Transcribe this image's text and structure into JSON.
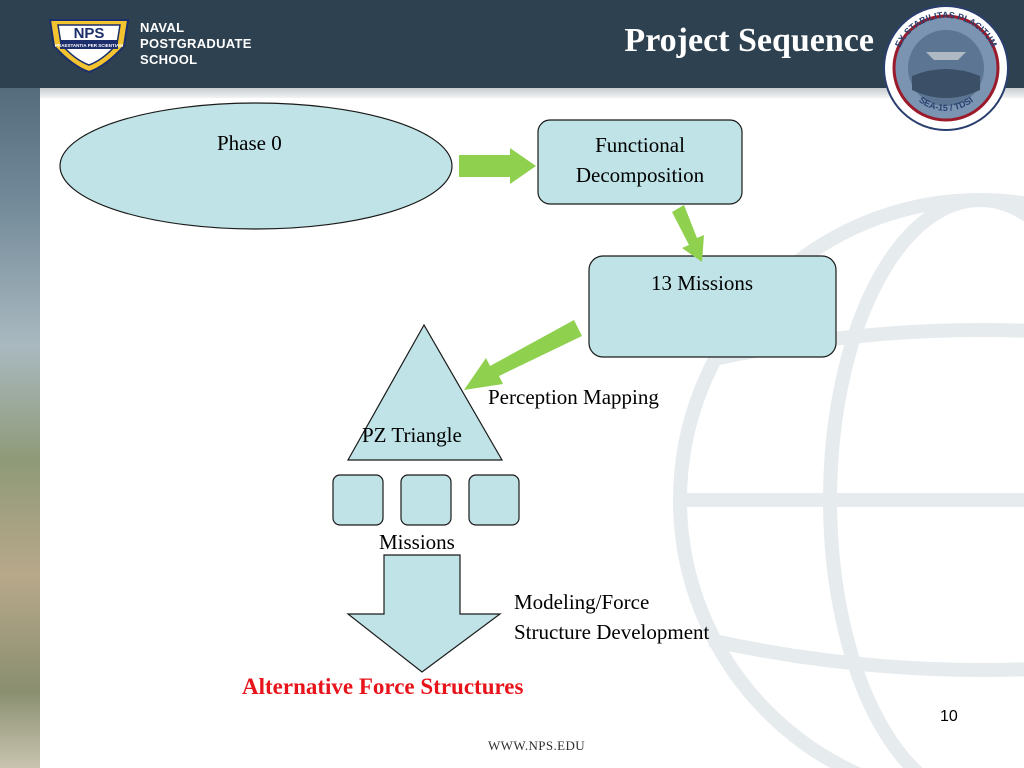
{
  "header": {
    "school_name_line1": "NAVAL",
    "school_name_line2": "POSTGRADUATE",
    "school_name_line3": "SCHOOL",
    "logo_text": "NPS",
    "logo_motto": "PRAESTANTIA PER SCIENTIAM",
    "title": "Project Sequence",
    "seal_motto_top": "EX STABILITAS PLACITUM",
    "seal_motto_bottom": "SEA-15 / TDSI"
  },
  "diagram": {
    "phase0": "Phase 0",
    "functional_line1": "Functional",
    "functional_line2": "Decomposition",
    "missions13": "13 Missions",
    "perception_mapping": "Perception Mapping",
    "pz_triangle": "PZ Triangle",
    "missions": "Missions",
    "modeling_line1": "Modeling/Force",
    "modeling_line2": "Structure Development",
    "result": "Alternative Force Structures"
  },
  "footer": {
    "slide_number": "10",
    "url": "WWW.NPS.EDU"
  },
  "colors": {
    "header_bg": "#2e4150",
    "shape_fill": "#bfe3e6",
    "arrow_green": "#8fd14f",
    "result_red": "#e8141b"
  }
}
